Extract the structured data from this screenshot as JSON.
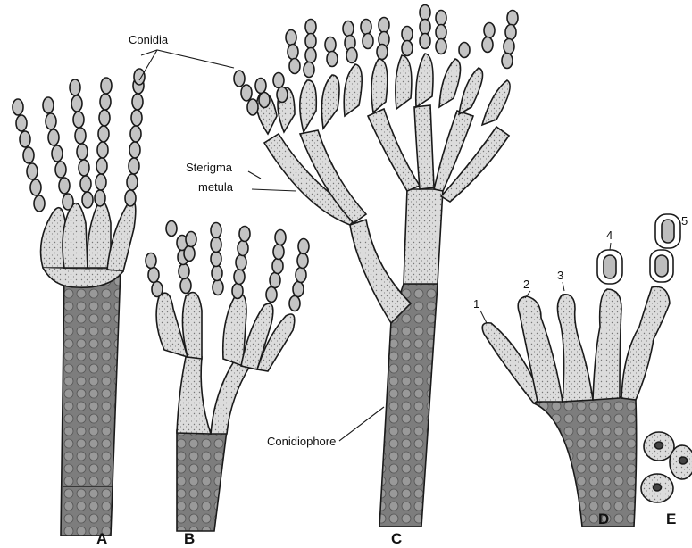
{
  "labels": {
    "conidia": "Conidia",
    "sterigma": "Sterigma",
    "metula": "metula",
    "conidiophore": "Conidiophore"
  },
  "panels": [
    "A",
    "B",
    "C",
    "D",
    "E"
  ],
  "stages": [
    "1",
    "2",
    "3",
    "4",
    "5"
  ],
  "colors": {
    "ink": "#1a1a1a",
    "stipe": "#8a8a8a",
    "cell": "#d8d8d8",
    "spore": "#bdbdbd",
    "background": "#ffffff"
  }
}
